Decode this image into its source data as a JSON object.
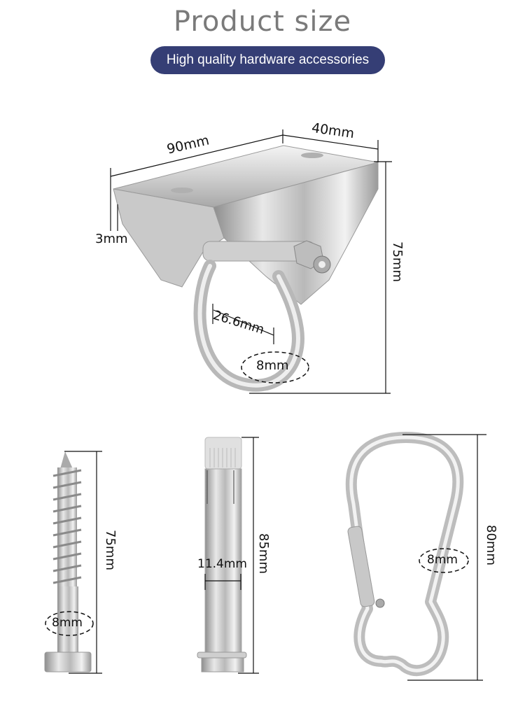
{
  "header": {
    "title": "Product size",
    "subtitle": "High quality hardware accessories",
    "subtitle_bg": "#353e75",
    "title_color": "#7a7a7a"
  },
  "ceiling_hook": {
    "width": "90mm",
    "depth": "40mm",
    "thickness": "3mm",
    "height": "75mm",
    "ring_inner": "26.6mm",
    "ring_wire": "8mm"
  },
  "lag_screw": {
    "length": "75mm",
    "diameter": "8mm"
  },
  "expansion_bolt": {
    "length": "85mm",
    "diameter": "11.4mm"
  },
  "carabiner": {
    "length": "80mm",
    "wire": "8mm"
  }
}
